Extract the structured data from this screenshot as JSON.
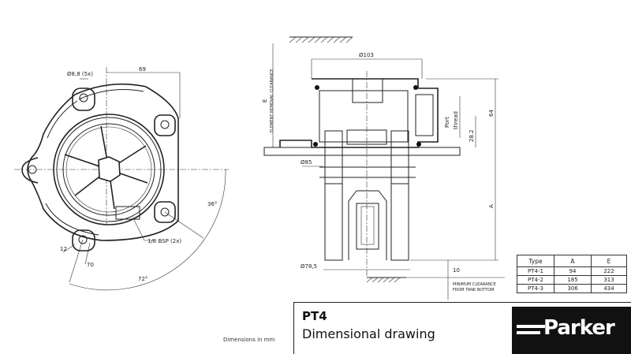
{
  "top_view": {
    "hole_dia": "Ø8,8 (5x)",
    "dim_69": "69",
    "angle_36": "36°",
    "angle_72": "72°",
    "port_bsp": "1/8 BSP (2x)",
    "dim_12": "12",
    "dim_70": "70"
  },
  "side_view": {
    "dia_103": "Ø103",
    "dia_85": "Ø85",
    "dia_78": "Ø78,5",
    "dim_E": "E",
    "element_removal": "ELEMENT REMOVAL CLEARANCE",
    "port": "Port",
    "thread": "thread",
    "dim_28": "28.2",
    "dim_64": "64",
    "dim_A": "A",
    "dim_10": "10",
    "min_clear_1": "MINIMUM CLEARANCE",
    "min_clear_2": "FROM TANK BOTTOM"
  },
  "table": {
    "headers": [
      "Type",
      "A",
      "E"
    ],
    "rows": [
      [
        "PT4-1",
        "94",
        "222"
      ],
      [
        "PT4-2",
        "185",
        "313"
      ],
      [
        "PT4-3",
        "306",
        "434"
      ]
    ]
  },
  "title_block": {
    "model": "PT4",
    "subtitle": "Dimensional drawing",
    "dimensions_note": "Dimensions in mm",
    "brand": "Parker"
  }
}
